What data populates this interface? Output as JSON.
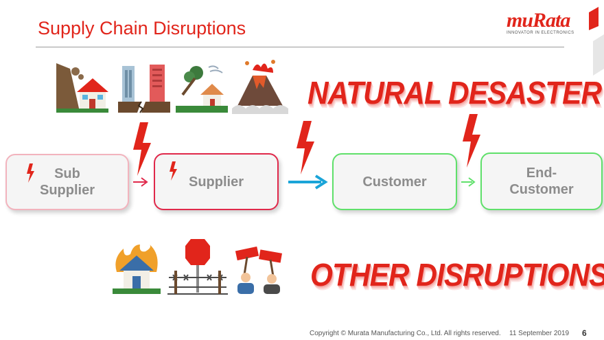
{
  "slide": {
    "title": "Supply Chain Disruptions"
  },
  "logo": {
    "wordmark": "muRata",
    "tagline": "INNOVATOR IN ELECTRONICS"
  },
  "headlines": {
    "natural": "NATURAL DESASTER",
    "other": "OTHER DISRUPTIONS"
  },
  "chain": {
    "boxes": [
      {
        "label": "Sub\nSupplier"
      },
      {
        "label": "Supplier"
      },
      {
        "label": "Customer"
      },
      {
        "label": "End-\nCustomer"
      }
    ]
  },
  "icons": {
    "natural": [
      "landslide-icon",
      "earthquake-buildings-icon",
      "storm-tree-house-icon",
      "volcano-icon"
    ],
    "other": [
      "house-fire-icon",
      "war-barbed-wire-icon",
      "protest-icon"
    ],
    "flow": [
      "lightning-bolt-icon",
      "arrow-right-icon"
    ]
  },
  "colors": {
    "accent": "#e1251b",
    "pink_border": "#f2b3bd",
    "red_border": "#e0284a",
    "green_border": "#5fe06a",
    "blue_arrow": "#1aa4d8",
    "box_text": "#8c8c8c"
  },
  "footer": {
    "copyright": "Copyright © Murata Manufacturing Co., Ltd. All rights reserved.",
    "date": "11 September 2019",
    "page": "6"
  }
}
